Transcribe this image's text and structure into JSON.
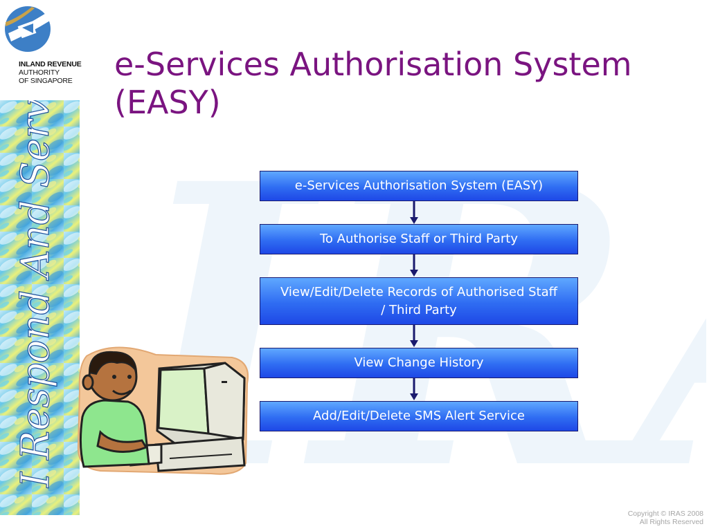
{
  "logo": {
    "icon": "iras-logo-icon",
    "org_name": [
      "INLAND REVENUE",
      "AUTHORITY",
      "OF SINGAPORE"
    ]
  },
  "side_banner": {
    "icon": "i-respond-and-serve-banner-icon",
    "text": "I Respond And Serve"
  },
  "watermark": {
    "text": "IRAS"
  },
  "title": {
    "line1": "e-Services Authorisation System",
    "line2": "(EASY)"
  },
  "flowchart": {
    "steps": [
      {
        "label": "e-Services Authorisation System (EASY)"
      },
      {
        "label": "To Authorise Staff or Third Party"
      },
      {
        "label_line1": "View/Edit/Delete Records of Authorised Staff",
        "label_line2": "/ Third Party"
      },
      {
        "label": "View Change History"
      },
      {
        "label": "Add/Edit/Delete SMS Alert Service"
      }
    ]
  },
  "clipart": {
    "icon": "person-at-computer-icon"
  },
  "footer": {
    "copyright_line1": "Copyright © IRAS 2008",
    "copyright_line2": "All Rights Reserved"
  },
  "colors": {
    "title": "#7a1480",
    "box_top": "#5fa8ff",
    "box_bottom": "#1e48e6",
    "arrow": "#1a1a6e",
    "copyright": "#a6a6a6"
  }
}
